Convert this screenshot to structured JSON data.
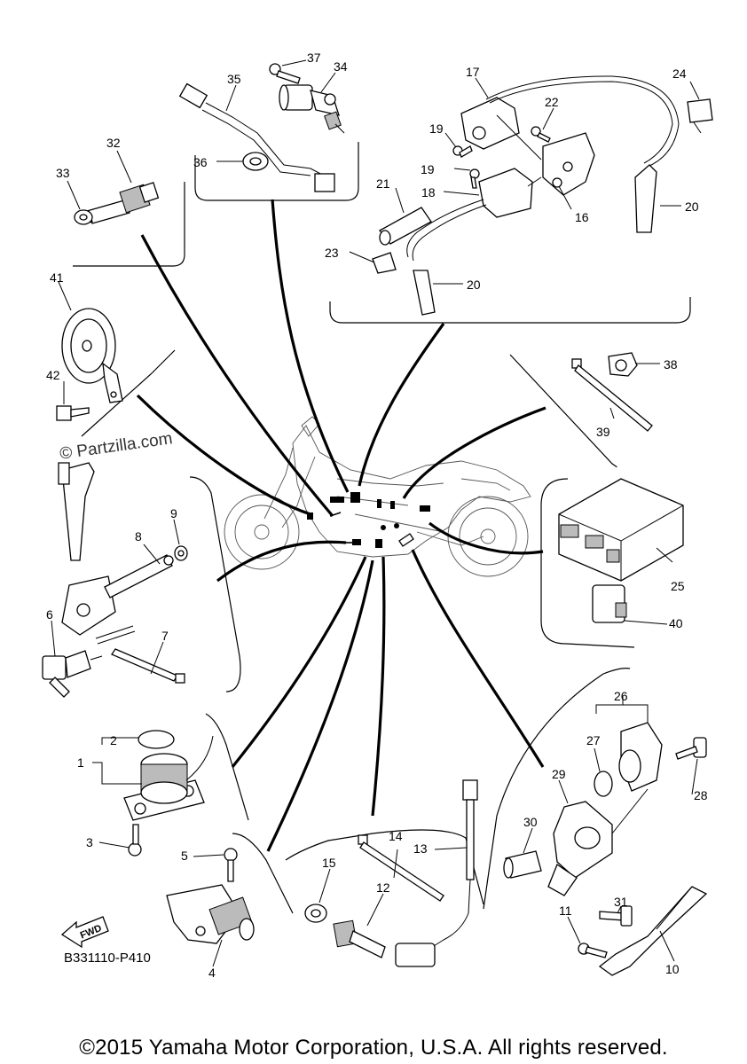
{
  "diagram": {
    "code": "B331110-P410",
    "copyright": "©2015 Yamaha Motor Corporation, U.S.A. All rights reserved.",
    "watermark": "© Partzilla.com",
    "fwd_label": "FWD",
    "callouts": [
      "1",
      "2",
      "3",
      "4",
      "5",
      "6",
      "7",
      "8",
      "9",
      "10",
      "11",
      "12",
      "13",
      "14",
      "15",
      "16",
      "17",
      "18",
      "19",
      "19",
      "20",
      "20",
      "21",
      "22",
      "23",
      "24",
      "25",
      "26",
      "27",
      "28",
      "29",
      "30",
      "31",
      "32",
      "33",
      "34",
      "35",
      "36",
      "37",
      "38",
      "39",
      "40",
      "41",
      "42"
    ]
  }
}
